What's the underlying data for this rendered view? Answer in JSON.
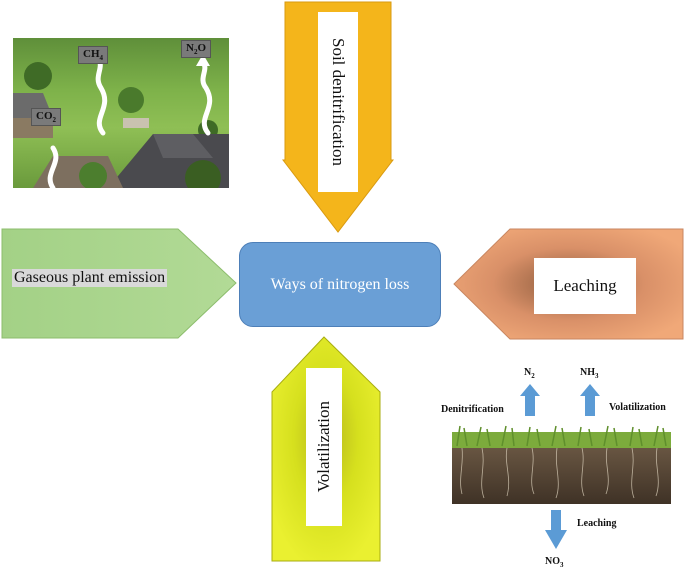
{
  "photo_landscape": {
    "gases": {
      "ch4": {
        "base": "CH",
        "sub": "4"
      },
      "n2o_first": {
        "base": "N",
        "sub": "2",
        "rest": "O"
      },
      "co2": {
        "base": "CO",
        "sub": "2"
      }
    }
  },
  "arrows": {
    "top": {
      "label": "Soil denitrification",
      "color": "#f4b51b"
    },
    "left": {
      "label": "Gaseous plant emission",
      "color": "#a6d38a"
    },
    "right": {
      "label": "Leaching",
      "color": "#e49a6e"
    },
    "bottom": {
      "label": "Volatilization",
      "color": "#dbe51e"
    }
  },
  "center": {
    "label": "Ways of nitrogen loss",
    "color": "#6a9fd6"
  },
  "soil_diagram": {
    "n2": {
      "base": "N",
      "sub": "2"
    },
    "nh3": {
      "base": "NH",
      "sub": "3"
    },
    "no3": {
      "base": "NO",
      "sub": "3"
    },
    "denitrification": "Denitrification",
    "volatilization": "Volatilization",
    "leaching": "Leaching",
    "arrow_color": "#5b9bd5"
  }
}
